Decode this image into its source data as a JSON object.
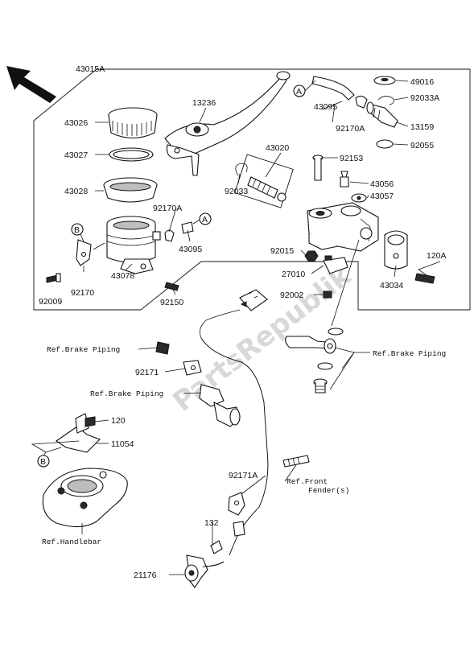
{
  "watermark": "PartsRepublik",
  "callout_letters": {
    "a": "A",
    "b": "B"
  },
  "parts": {
    "p43015A": "43015A",
    "p43026": "43026",
    "p43027": "43027",
    "p43028": "43028",
    "p92170A_left": "92170A",
    "p43095_left": "43095",
    "p43078": "43078",
    "p92170": "92170",
    "p92009": "92009",
    "p92150": "92150",
    "p13236": "13236",
    "p43020": "43020",
    "p92033": "92033",
    "p92153": "92153",
    "p43095_top": "43095",
    "p92170A_top": "92170A",
    "p49016": "49016",
    "p92033A": "92033A",
    "p13159": "13159",
    "p92055": "92055",
    "p43056": "43056",
    "p43057": "43057",
    "p120A": "120A",
    "p92015": "92015",
    "p27010": "27010",
    "p92002": "92002",
    "p43034": "43034",
    "p92171": "92171",
    "p120": "120",
    "p11054": "11054",
    "p92171A": "92171A",
    "p132": "132",
    "p21176": "21176"
  },
  "refs": {
    "brake_piping_left": "Ref.Brake Piping",
    "brake_piping_mid": "Ref.Brake Piping",
    "brake_piping_right": "Ref.Brake Piping",
    "front_fender_1": "Ref.Front",
    "front_fender_2": "Fender(s)",
    "handlebar": "Ref.Handlebar"
  }
}
